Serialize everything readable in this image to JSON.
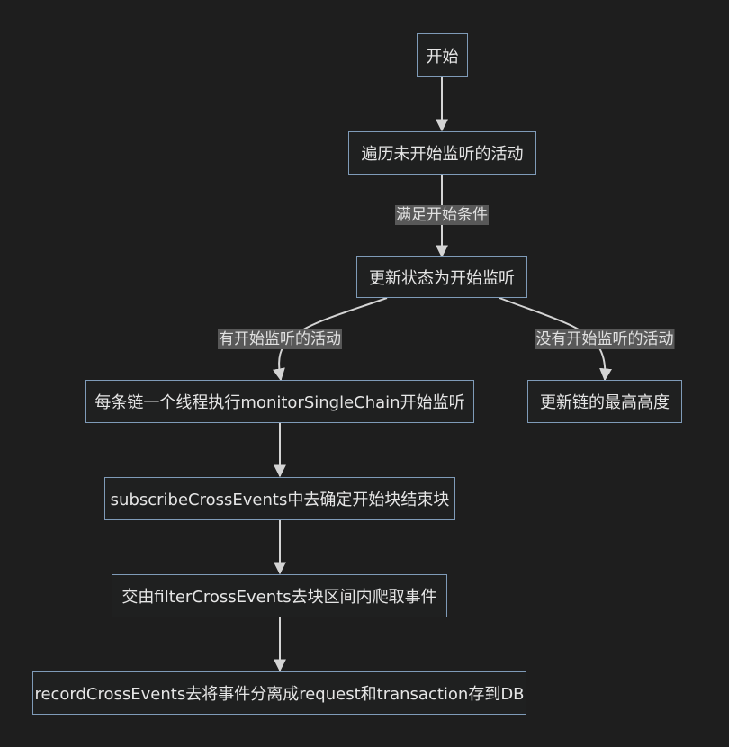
{
  "colors": {
    "background": "#1e1e1e",
    "node_border": "#7f9bb8",
    "node_fill": "#1f2020",
    "edge": "#d4d4d4",
    "edge_label_bg": "#585858",
    "text": "#e6e6e6"
  },
  "nodes": {
    "start": "开始",
    "iterate": "遍历未开始监听的活动",
    "update_status": "更新状态为开始监听",
    "monitor_chain": "每条链一个线程执行monitorSingleChain开始监听",
    "update_height": "更新链的最高高度",
    "subscribe": "subscribeCrossEvents中去确定开始块结束块",
    "filter": "交由filterCrossEvents去块区间内爬取事件",
    "record": "recordCrossEvents去将事件分离成request和transaction存到DB"
  },
  "edges": {
    "condition_met": "满足开始条件",
    "has_activity": "有开始监听的活动",
    "no_activity": "没有开始监听的活动"
  }
}
